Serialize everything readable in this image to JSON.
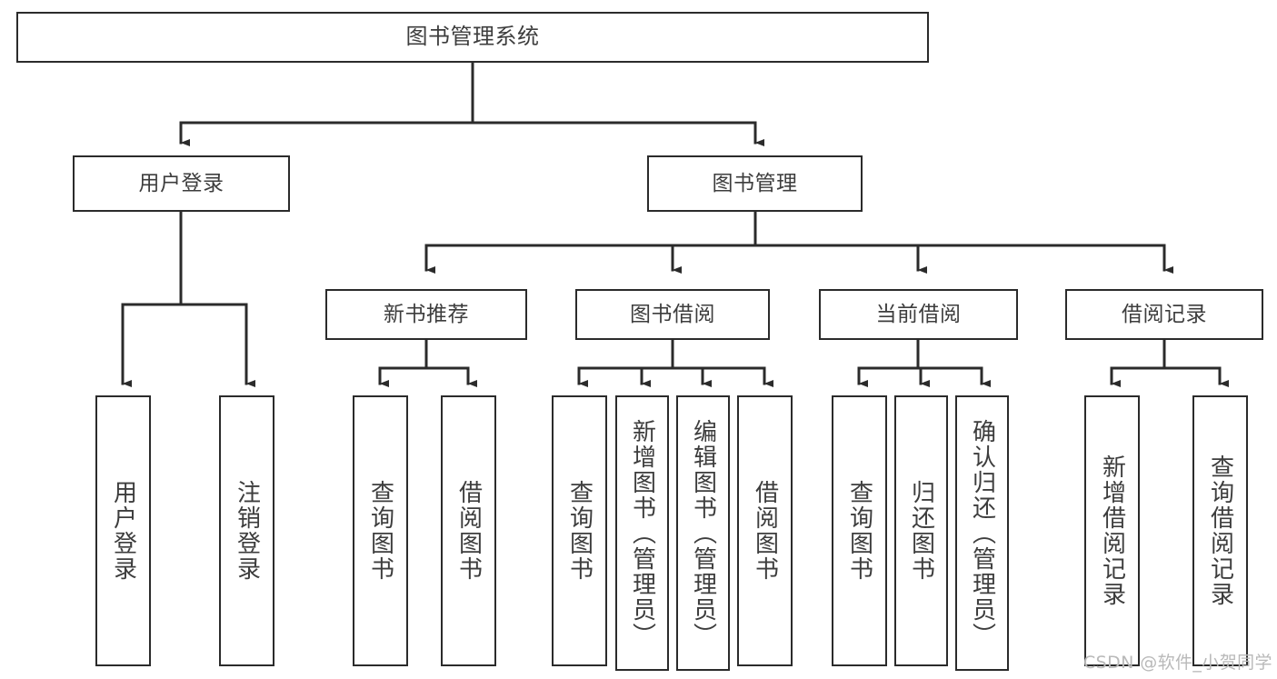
{
  "diagram": {
    "title": "图书管理系统",
    "type": "tree",
    "colors": {
      "background": "#ffffff",
      "box_border": "#2b2b2b",
      "box_fill": "#ffffff",
      "text": "#3d3d3d",
      "edge": "#2b2b2b",
      "watermark": "#b9b9b9"
    },
    "levels": {
      "level1": [
        {
          "id": "root",
          "label": "图书管理系统"
        }
      ],
      "level2": [
        {
          "id": "user-login",
          "label": "用户登录"
        },
        {
          "id": "book-manage",
          "label": "图书管理"
        }
      ],
      "level3": [
        {
          "id": "new-book-recommend",
          "label": "新书推荐"
        },
        {
          "id": "book-borrow",
          "label": "图书借阅"
        },
        {
          "id": "current-borrow",
          "label": "当前借阅"
        },
        {
          "id": "borrow-record",
          "label": "借阅记录"
        }
      ],
      "level4": [
        {
          "id": "leaf-user-login",
          "label": "用户登录",
          "parent": "user-login"
        },
        {
          "id": "leaf-logout-login",
          "label": "注销登录",
          "parent": "user-login"
        },
        {
          "id": "leaf-query-book-1",
          "label": "查询图书",
          "parent": "new-book-recommend"
        },
        {
          "id": "leaf-borrow-book-1",
          "label": "借阅图书",
          "parent": "new-book-recommend"
        },
        {
          "id": "leaf-query-book-2",
          "label": "查询图书",
          "parent": "book-borrow"
        },
        {
          "id": "leaf-add-book",
          "label": "新增图书（管理员）",
          "parent": "book-borrow"
        },
        {
          "id": "leaf-edit-book",
          "label": "编辑图书（管理员）",
          "parent": "book-borrow"
        },
        {
          "id": "leaf-borrow-book-2",
          "label": "借阅图书",
          "parent": "book-borrow"
        },
        {
          "id": "leaf-query-book-3",
          "label": "查询图书",
          "parent": "current-borrow"
        },
        {
          "id": "leaf-return-book",
          "label": "归还图书",
          "parent": "current-borrow"
        },
        {
          "id": "leaf-confirm-return",
          "label": "确认归还（管理员）",
          "parent": "current-borrow"
        },
        {
          "id": "leaf-add-record",
          "label": "新增借阅记录",
          "parent": "borrow-record"
        },
        {
          "id": "leaf-query-record",
          "label": "查询借阅记录",
          "parent": "borrow-record"
        }
      ]
    },
    "watermark": "CSDN @软件_小贺同学"
  }
}
